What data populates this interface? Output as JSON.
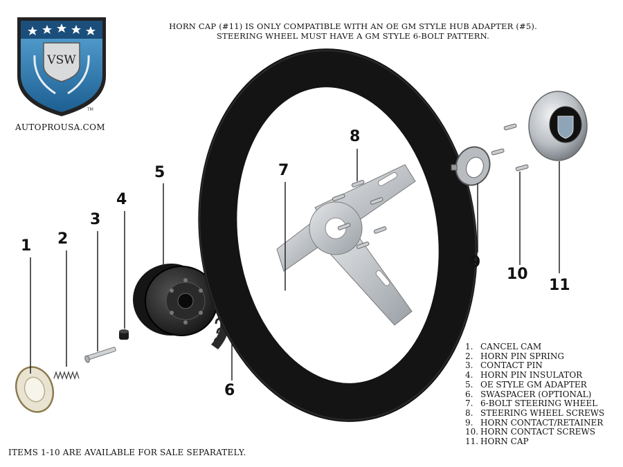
{
  "brand": {
    "logo_text": "VSW",
    "trademark": "TM",
    "url": "AUTOPROUSA.COM"
  },
  "notice": {
    "line1": "HORN CAP (#11) IS ONLY COMPATIBLE WITH AN OE GM STYLE HUB ADAPTER (#5).",
    "line2": "STEERING WHEEL MUST HAVE A GM STYLE 6-BOLT PATTERN."
  },
  "callouts": [
    "1",
    "2",
    "3",
    "4",
    "5",
    "6",
    "7",
    "8",
    "9",
    "10",
    "11"
  ],
  "legend": [
    {
      "num": "1.",
      "label": "CANCEL CAM"
    },
    {
      "num": "2.",
      "label": "HORN PIN SPRING"
    },
    {
      "num": "3.",
      "label": "CONTACT PIN"
    },
    {
      "num": "4.",
      "label": "HORN PIN INSULATOR"
    },
    {
      "num": "5.",
      "label": "OE STYLE GM ADAPTER"
    },
    {
      "num": "6.",
      "label": "SWASPACER (OPTIONAL)"
    },
    {
      "num": "7.",
      "label": "6-BOLT STEERING WHEEL"
    },
    {
      "num": "8.",
      "label": "STEERING WHEEL SCREWS"
    },
    {
      "num": "9.",
      "label": "HORN CONTACT/RETAINER"
    },
    {
      "num": "10.",
      "label": "HORN CONTACT SCREWS"
    },
    {
      "num": "11.",
      "label": "HORN CAP"
    }
  ],
  "footer": "ITEMS 1-10 ARE AVAILABLE FOR SALE SEPARATELY.",
  "colors": {
    "shield_blue": "#2f7fb8",
    "wheel_leather": "#161616",
    "metal": "#c8ccd0"
  }
}
